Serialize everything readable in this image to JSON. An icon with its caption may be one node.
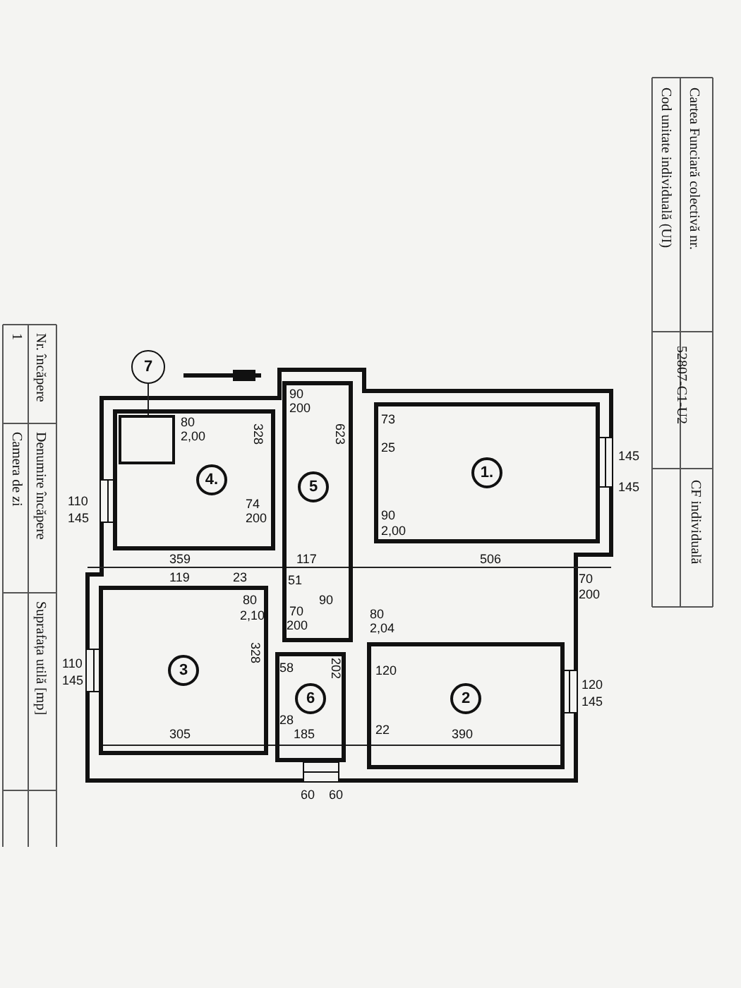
{
  "diagram": {
    "nodes": [
      {
        "text": [
          "7"
        ]
      },
      {
        "text": [
          "4."
        ]
      },
      {
        "text": [],
        "shape": "box",
        "in": 1
      },
      {
        "text": [
          "5"
        ]
      },
      {
        "text": [
          "1."
        ]
      },
      {
        "text": [
          "3"
        ]
      },
      {
        "text": [
          "6"
        ]
      },
      {
        "text": [
          "2"
        ]
      }
    ],
    "edges": [
      {
        "from": 0,
        "to": 2,
        "arrow": "none"
      }
    ],
    "labels": [
      "Cartea Funciară colectivă nr.",
      "Cod unitate individuală (UI)",
      "52807-C1-U2",
      "CF individuală",
      "Nr. încăpere",
      "1",
      "Denumire încăpere",
      "Camera de zi",
      "Suprafața utilă [mp]",
      "90",
      "200",
      "73",
      "25",
      "623",
      "145",
      "145",
      "80",
      "2,00",
      "328",
      "74",
      "200",
      "110",
      "145",
      "359",
      "119",
      "23",
      "117",
      "90",
      "2,00",
      "506",
      "70",
      "200",
      "80",
      "2,04",
      "51",
      "80",
      "2,10",
      "90",
      "70",
      "200",
      "58",
      "28",
      "185",
      "202",
      "120",
      "22",
      "390",
      "120",
      "145",
      "328",
      "110",
      "145",
      "305",
      "60",
      "60"
    ]
  }
}
